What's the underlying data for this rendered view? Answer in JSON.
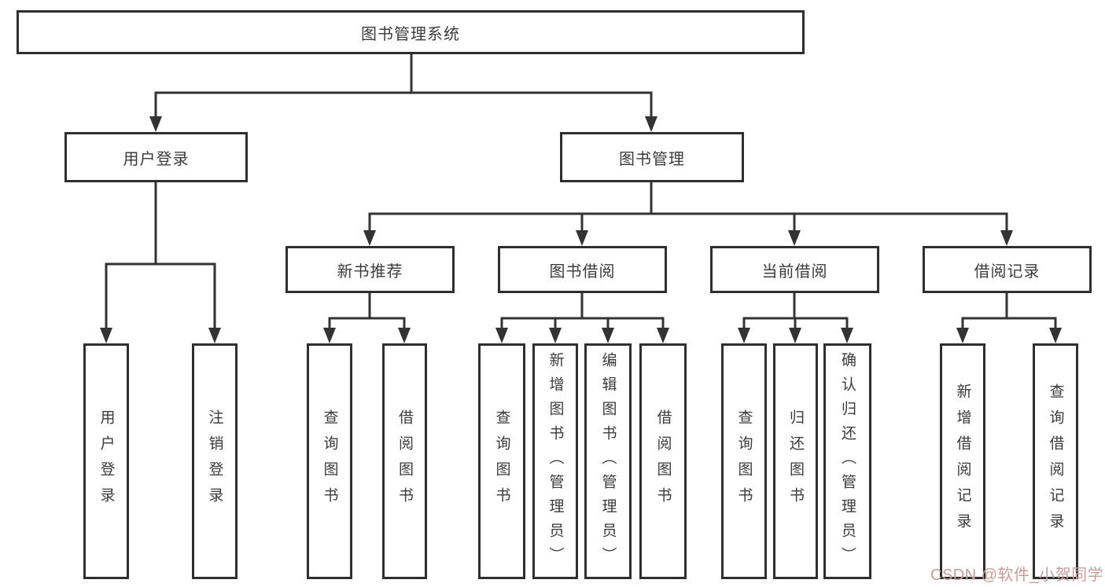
{
  "diagram_title": "图书管理系统",
  "colors": {
    "line": "#333333",
    "box_border": "#2f2f2f",
    "text": "#3b3b3b",
    "watermark": "#c99c9c",
    "background": "#ffffff"
  },
  "nodes": {
    "root": "图书管理系统",
    "user_login_branch": "用户登录",
    "book_management": "图书管理",
    "new_book_recommend": "新书推荐",
    "book_borrow": "图书借阅",
    "current_borrow": "当前借阅",
    "borrow_record": "借阅记录",
    "user_login": "用户登录",
    "logout": "注销登录",
    "nb_query_book": "查询图书",
    "nb_borrow_book": "借阅图书",
    "bb_query_book": "查询图书",
    "bb_add_book": "新增图书（管理员）",
    "bb_edit_book": "编辑图书（管理员）",
    "bb_borrow_book": "借阅图书",
    "cb_query_book": "查询图书",
    "cb_return_book": "归还图书",
    "cb_confirm_return": "确认归还（管理员）",
    "br_add_record": "新增借阅记录",
    "br_query_record": "查询借阅记录"
  },
  "watermark": "CSDN @软件_小贺同学"
}
